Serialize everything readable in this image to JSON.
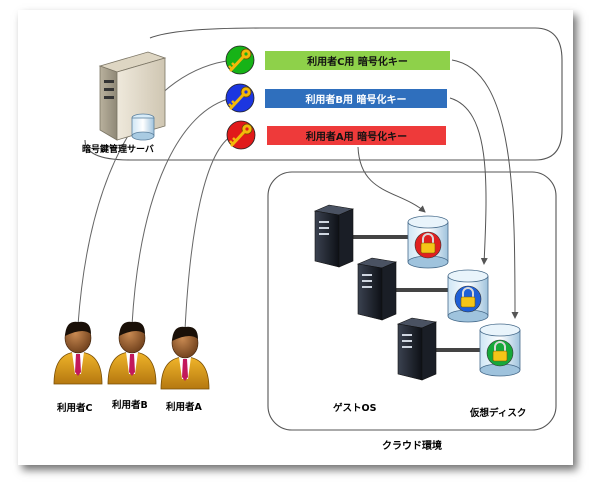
{
  "server": {
    "label": "暗号鍵管理サーバ"
  },
  "keys": [
    {
      "label": "利用者C用 暗号化キー",
      "bar_color": "#8ed14a",
      "circle_color": "#17b317",
      "text_color": "#111111"
    },
    {
      "label": "利用者B用 暗号化キー",
      "bar_color": "#2f6fbd",
      "circle_color": "#1c36e0",
      "text_color": "#ffffff"
    },
    {
      "label": "利用者A用 暗号化キー",
      "bar_color": "#ee3a3a",
      "circle_color": "#e11a1a",
      "text_color": "#111111"
    }
  ],
  "users": [
    {
      "label": "利用者C"
    },
    {
      "label": "利用者B"
    },
    {
      "label": "利用者A"
    }
  ],
  "cloud": {
    "title": "クラウド環境",
    "guest_os_label": "ゲストOS",
    "virtual_disk_label": "仮想ディスク"
  },
  "colors": {
    "disk_lock_a": "#e02020",
    "disk_lock_b": "#1f5fd6",
    "disk_lock_c": "#17a83a",
    "key_gold": "#f2b80a"
  }
}
